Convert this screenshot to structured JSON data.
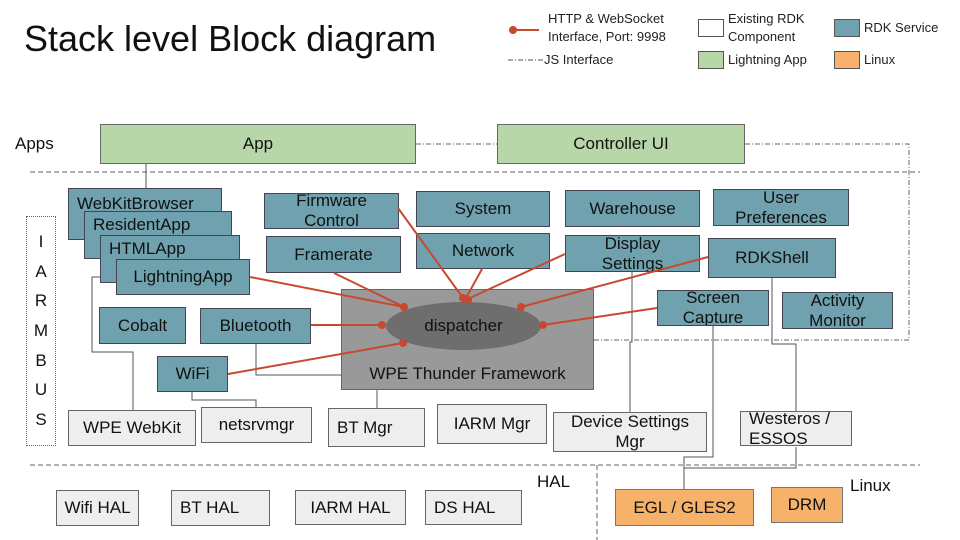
{
  "title": "Stack level Block diagram",
  "legend": {
    "http_interface": "HTTP & WebSocket\nInterface, Port: 9998",
    "http_interface_line1": "HTTP & WebSocket",
    "http_interface_line2": "Interface, Port: 9998",
    "js_interface": "JS Interface",
    "existing_rdk_line1": "Existing RDK",
    "existing_rdk_line2": "Component",
    "lightning_app": "Lightning App",
    "rdk_service": "RDK Service",
    "linux": "Linux"
  },
  "colors": {
    "lightning_app": "#b7d7a8",
    "rdk_service": "#6fa2ae",
    "existing_rdk": "#eeeeee",
    "linux": "#f6b26b",
    "interface_line": "#c8492f",
    "framework": "#999999",
    "dispatcher": "#6e6e6e"
  },
  "layers": {
    "apps": "Apps",
    "hal": "HAL",
    "linux": "Linux",
    "iarm_bus": [
      "I",
      "A",
      "R",
      "M",
      "B",
      "U",
      "S"
    ]
  },
  "apps": {
    "app": "App",
    "controller_ui": "Controller UI"
  },
  "browsers": [
    "WebKitBrowser",
    "ResidentApp",
    "HTMLApp",
    "LightningApp"
  ],
  "services": {
    "firmware_control_1": "Firmware",
    "firmware_control_2": "Control",
    "system": "System",
    "warehouse": "Warehouse",
    "user_preferences_1": "User",
    "user_preferences_2": "Preferences",
    "framerate": "Framerate",
    "network": "Network",
    "display_settings_1": "Display",
    "display_settings_2": "Settings",
    "rdkshell": "RDKShell",
    "cobalt": "Cobalt",
    "bluetooth": "Bluetooth",
    "screen_capture_1": "Screen",
    "screen_capture_2": "Capture",
    "activity_monitor_1": "Activity",
    "activity_monitor_2": "Monitor",
    "wifi": "WiFi"
  },
  "framework": {
    "dispatcher": "dispatcher",
    "name": "WPE Thunder Framework"
  },
  "components": {
    "wpe_webkit": "WPE WebKit",
    "netsrvmgr": "netsrvmgr",
    "bt_mgr": "BT Mgr",
    "iarm_mgr": "IARM Mgr",
    "device_settings_mgr_1": "Device Settings",
    "device_settings_mgr_2": "Mgr",
    "westeros_1": "Westeros /",
    "westeros_2": "ESSOS"
  },
  "hal": [
    "Wifi HAL",
    "BT HAL",
    "IARM HAL",
    "DS HAL"
  ],
  "linux": {
    "egl": "EGL / GLES2",
    "drm": "DRM"
  }
}
